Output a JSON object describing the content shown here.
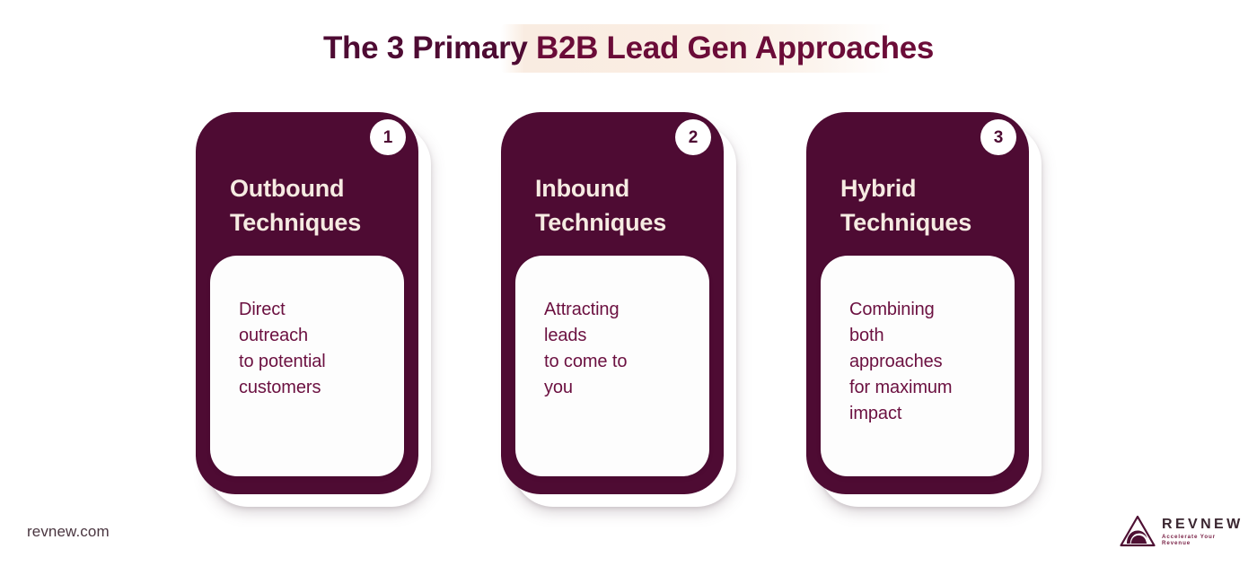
{
  "header": {
    "title_plain": "The 3 Primary ",
    "title_highlight": "B2B Lead Gen Approaches",
    "title_full": "The 3 Primary B2B Lead Gen Approaches",
    "highlight_color": "#FAEEE4",
    "title_color": "#4E0B33"
  },
  "theme": {
    "card_bg": "#4E0B33",
    "card_heading_color": "#F6EBE2",
    "body_text_color": "#6B1040",
    "inner_box_bg": "#FDFDFD",
    "page_bg": "#FFFFFF"
  },
  "cards": [
    {
      "number": "1",
      "heading_line1": "Outbound",
      "heading_line2": "Techniques",
      "body_lines": [
        "Direct",
        "outreach",
        "to potential",
        "customers"
      ],
      "body_text": "Direct outreach to potential customers"
    },
    {
      "number": "2",
      "heading_line1": "Inbound",
      "heading_line2": "Techniques",
      "body_lines": [
        "Attracting",
        "leads",
        "to come to",
        "you"
      ],
      "body_text": "Attracting leads to come to you"
    },
    {
      "number": "3",
      "heading_line1": "Hybrid",
      "heading_line2": "Techniques",
      "body_lines": [
        "Combining",
        "both",
        "approaches",
        "for maximum",
        "impact"
      ],
      "body_text": "Combining both approaches for maximum impact"
    }
  ],
  "footer": {
    "site_url": "revnew.com",
    "logo_name": "REVNEW",
    "logo_tagline": "Accelerate Your Revenue"
  }
}
